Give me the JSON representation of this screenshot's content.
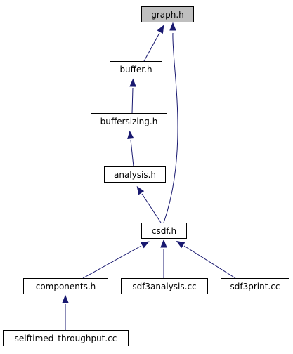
{
  "diagram": {
    "nodes": [
      {
        "id": "graph_h",
        "label": "graph.h",
        "highlighted": true
      },
      {
        "id": "buffer_h",
        "label": "buffer.h",
        "highlighted": false
      },
      {
        "id": "buffersizing_h",
        "label": "buffersizing.h",
        "highlighted": false
      },
      {
        "id": "analysis_h",
        "label": "analysis.h",
        "highlighted": false
      },
      {
        "id": "csdf_h",
        "label": "csdf.h",
        "highlighted": false
      },
      {
        "id": "components_h",
        "label": "components.h",
        "highlighted": false
      },
      {
        "id": "sdf3analysis_cc",
        "label": "sdf3analysis.cc",
        "highlighted": false
      },
      {
        "id": "sdf3print_cc",
        "label": "sdf3print.cc",
        "highlighted": false
      },
      {
        "id": "selftimed_throughput_cc",
        "label": "selftimed_throughput.cc",
        "highlighted": false
      }
    ],
    "edges": [
      {
        "from": "buffer_h",
        "to": "graph_h"
      },
      {
        "from": "csdf_h",
        "to": "graph_h"
      },
      {
        "from": "buffersizing_h",
        "to": "buffer_h"
      },
      {
        "from": "analysis_h",
        "to": "buffersizing_h"
      },
      {
        "from": "csdf_h",
        "to": "analysis_h"
      },
      {
        "from": "components_h",
        "to": "csdf_h"
      },
      {
        "from": "sdf3analysis_cc",
        "to": "csdf_h"
      },
      {
        "from": "sdf3print_cc",
        "to": "csdf_h"
      },
      {
        "from": "selftimed_throughput_cc",
        "to": "components_h"
      }
    ],
    "colors": {
      "edge": "#191970",
      "node_border": "#000000",
      "node_fill": "#ffffff",
      "highlight_fill": "#bfbfbf",
      "background": "#ffffff"
    }
  }
}
